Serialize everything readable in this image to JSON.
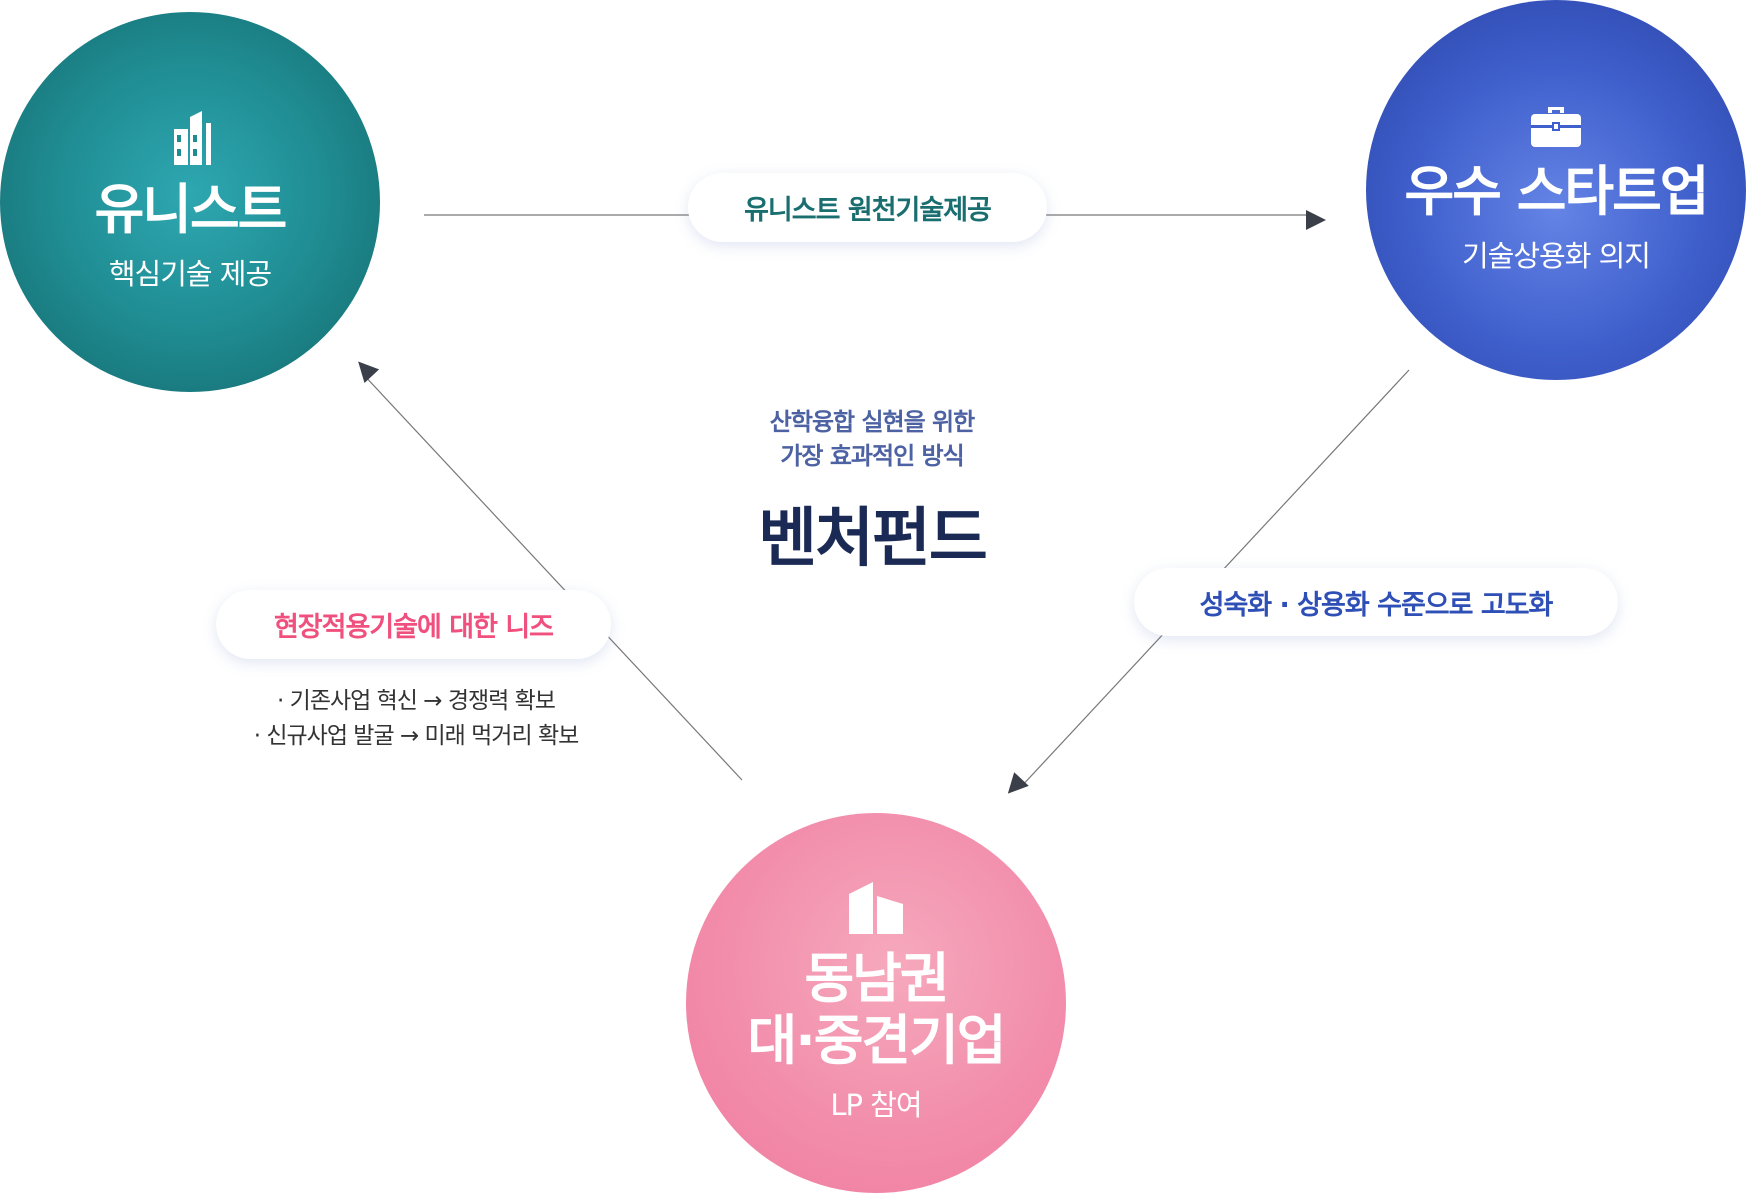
{
  "nodes": {
    "unist": {
      "title": "유니스트",
      "subtitle": "핵심기술 제공",
      "icon": "building-icon",
      "color": "#1f8c92"
    },
    "startup": {
      "title": "우수 스타트업",
      "subtitle": "기술상용화 의지",
      "icon": "briefcase-icon",
      "color": "#3f5fcc"
    },
    "enterprise": {
      "title_line1": "동남권",
      "title_line2": "대·중견기업",
      "subtitle": "LP 참여",
      "icon": "buildings-icon",
      "color": "#f28dab"
    }
  },
  "edges": {
    "top": {
      "label": "유니스트 원천기술제공",
      "color": "#1a6e70"
    },
    "right": {
      "label": "성숙화 · 상용화 수준으로 고도화",
      "color": "#2e4fb5"
    },
    "left": {
      "label": "현장적용기술에 대한 니즈",
      "color": "#f0507e",
      "bullets": [
        "· 기존사업 혁신 → 경쟁력 확보",
        "· 신규사업 발굴 → 미래 먹거리 확보"
      ]
    }
  },
  "center": {
    "line1": "산학융합 실현을 위한",
    "line2": "가장 효과적인 방식",
    "title": "벤처펀드"
  }
}
